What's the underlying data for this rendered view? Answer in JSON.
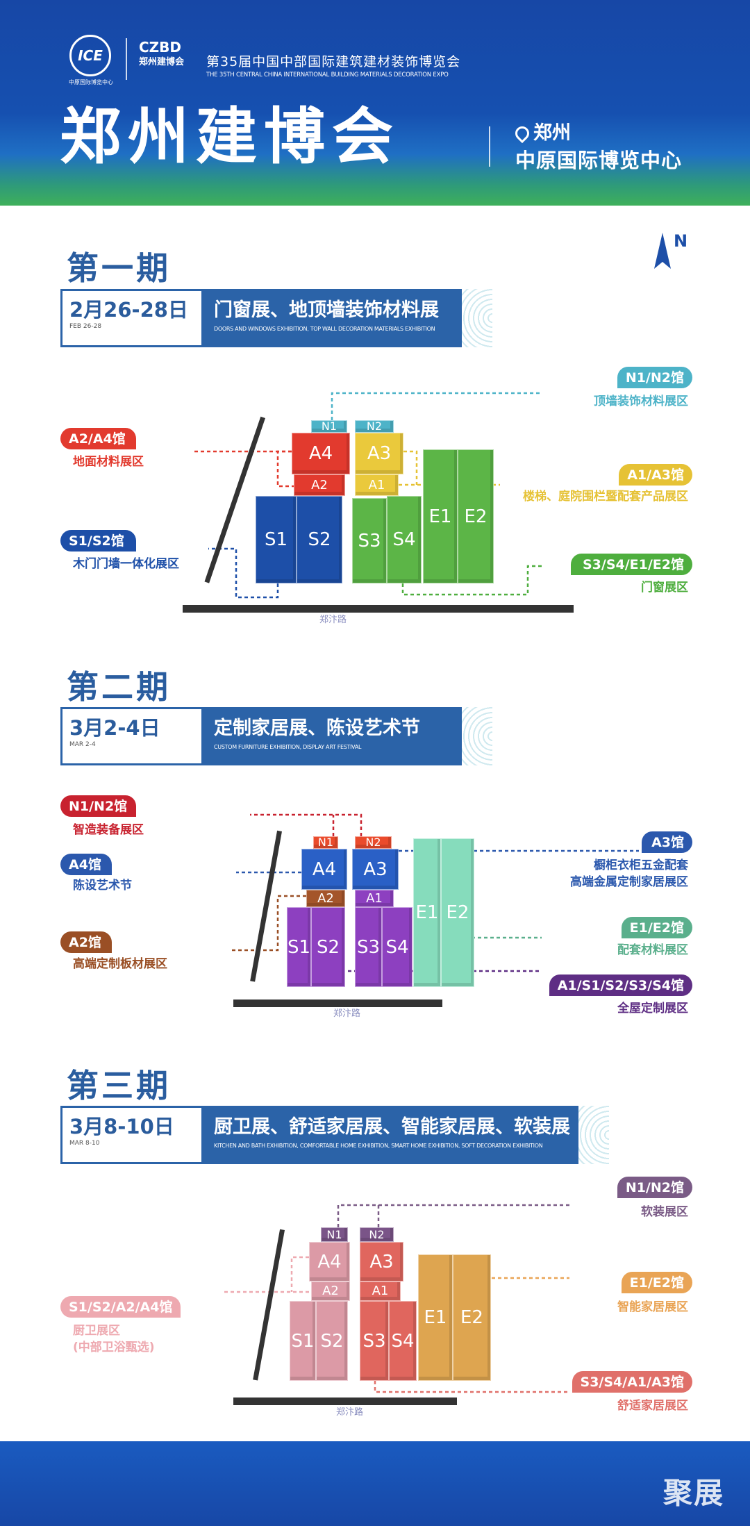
{
  "header": {
    "organizer_logo_text": "中原国际博览中心",
    "czbd_logo": {
      "mark": "CZBD",
      "name": "郑州建博会"
    },
    "expo_full_name": "第35届中国中部国际建筑建材装饰博览会",
    "expo_full_name_en": "THE 35TH CENTRAL CHINA INTERNATIONAL BUILDING MATERIALS DECORATION EXPO",
    "title": "郑州建博会",
    "city": "郑州",
    "venue": "中原国际博览中心",
    "location_icon": "map-pin-icon"
  },
  "compass": {
    "label": "N",
    "icon": "north-arrow-icon"
  },
  "phases": [
    {
      "title": "第一期",
      "date": "2月26-28日",
      "date_en": "FEB 26-28",
      "theme": "门窗展、地顶墙装饰材料展",
      "theme_en": "DOORS AND WINDOWS EXHIBITION, TOP WALL DECORATION MATERIALS EXHIBITION",
      "road": "郑汴路",
      "halls": [
        {
          "label": "N1",
          "color": "#4db3c8"
        },
        {
          "label": "N2",
          "color": "#4db3c8"
        },
        {
          "label": "A4",
          "color": "#e23a2e"
        },
        {
          "label": "A3",
          "color": "#eac93c"
        },
        {
          "label": "A2",
          "color": "#e23a2e"
        },
        {
          "label": "A1",
          "color": "#eac93c"
        },
        {
          "label": "S1",
          "color": "#1d4fa8"
        },
        {
          "label": "S2",
          "color": "#1d4fa8"
        },
        {
          "label": "S3",
          "color": "#5cb547"
        },
        {
          "label": "S4",
          "color": "#5cb547"
        },
        {
          "label": "E1",
          "color": "#5cb547"
        },
        {
          "label": "E2",
          "color": "#5cb547"
        }
      ],
      "zones": [
        {
          "tag": "N1/N2馆",
          "desc": [
            "顶墙装饰材料展区"
          ],
          "color": "#4db3c8"
        },
        {
          "tag": "A2/A4馆",
          "desc": [
            "地面材料展区"
          ],
          "color": "#e23a2e"
        },
        {
          "tag": "A1/A3馆",
          "desc": [
            "楼梯、庭院围栏暨配套产品展区"
          ],
          "color": "#e6c235"
        },
        {
          "tag": "S1/S2馆",
          "desc": [
            "木门门墙一体化展区"
          ],
          "color": "#1d4fa8"
        },
        {
          "tag": "S3/S4/E1/E2馆",
          "desc": [
            "门窗展区"
          ],
          "color": "#4eae3e"
        }
      ]
    },
    {
      "title": "第二期",
      "date": "3月2-4日",
      "date_en": "MAR 2-4",
      "theme": "定制家居展、陈设艺术节",
      "theme_en": "CUSTOM FURNITURE EXHIBITION, DISPLAY ART FESTIVAL",
      "road": "郑汴路",
      "halls": [
        {
          "label": "N1",
          "color": "#ea4b2c"
        },
        {
          "label": "N2",
          "color": "#ea4b2c"
        },
        {
          "label": "A4",
          "color": "#2a60c6"
        },
        {
          "label": "A3",
          "color": "#2a60c6"
        },
        {
          "label": "A2",
          "color": "#a4552a"
        },
        {
          "label": "A1",
          "color": "#8d40c0"
        },
        {
          "label": "S1",
          "color": "#8d40c0"
        },
        {
          "label": "S2",
          "color": "#8d40c0"
        },
        {
          "label": "S3",
          "color": "#8d40c0"
        },
        {
          "label": "S4",
          "color": "#8d40c0"
        },
        {
          "label": "E1",
          "color": "#86dcbc"
        },
        {
          "label": "E2",
          "color": "#86dcbc"
        }
      ],
      "zones": [
        {
          "tag": "N1/N2馆",
          "desc": [
            "智造装备展区"
          ],
          "color": "#c8222f"
        },
        {
          "tag": "A4馆",
          "desc": [
            "陈设艺术节"
          ],
          "color": "#2b58ad"
        },
        {
          "tag": "A2馆",
          "desc": [
            "高端定制板材展区"
          ],
          "color": "#9a4f25"
        },
        {
          "tag": "A3馆",
          "desc": [
            "橱柜衣柜五金配套",
            "高端金属定制家居展区"
          ],
          "color": "#2b58ad"
        },
        {
          "tag": "E1/E2馆",
          "desc": [
            "配套材料展区"
          ],
          "color": "#5aaf8c"
        },
        {
          "tag": "A1/S1/S2/S3/S4馆",
          "desc": [
            "全屋定制展区"
          ],
          "color": "#5e2e84"
        }
      ]
    },
    {
      "title": "第三期",
      "date": "3月8-10日",
      "date_en": "MAR 8-10",
      "theme": "厨卫展、舒适家居展、智能家居展、软装展",
      "theme_en": "KITCHEN AND BATH EXHIBITION, COMFORTABLE HOME EXHIBITION, SMART HOME EXHIBITION, SOFT DECORATION EXHIBITION",
      "road": "郑汴路",
      "halls": [
        {
          "label": "N1",
          "color": "#7a5488"
        },
        {
          "label": "N2",
          "color": "#7a5488"
        },
        {
          "label": "A4",
          "color": "#dc9aa6"
        },
        {
          "label": "A3",
          "color": "#e0665e"
        },
        {
          "label": "A2",
          "color": "#dc9aa6"
        },
        {
          "label": "A1",
          "color": "#e0665e"
        },
        {
          "label": "S1",
          "color": "#dc9aa6"
        },
        {
          "label": "S2",
          "color": "#dc9aa6"
        },
        {
          "label": "S3",
          "color": "#e0665e"
        },
        {
          "label": "S4",
          "color": "#e0665e"
        },
        {
          "label": "E1",
          "color": "#dea550"
        },
        {
          "label": "E2",
          "color": "#dea550"
        }
      ],
      "zones": [
        {
          "tag": "N1/N2馆",
          "desc": [
            "软装展区"
          ],
          "color": "#7a5b86"
        },
        {
          "tag": "E1/E2馆",
          "desc": [
            "智能家居展区"
          ],
          "color": "#e9a455"
        },
        {
          "tag": "S1/S2/A2/A4馆",
          "desc": [
            "厨卫展区",
            "(中部卫浴甄选)"
          ],
          "color": "#eea9b0"
        },
        {
          "tag": "S3/S4/A1/A3馆",
          "desc": [
            "舒适家居展区"
          ],
          "color": "#e0706a"
        }
      ]
    }
  ],
  "footer": {
    "brand": "聚展"
  }
}
